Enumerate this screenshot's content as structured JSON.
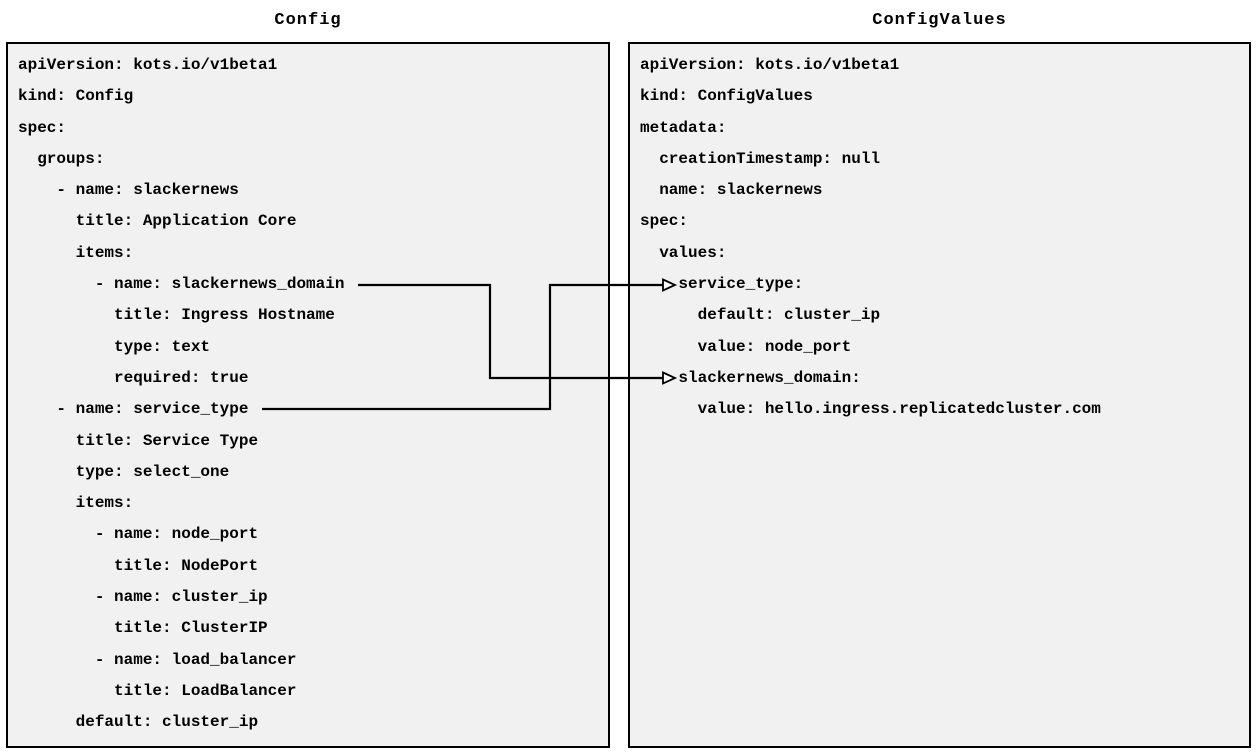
{
  "left_panel": {
    "title": "Config",
    "lines": [
      "apiVersion: kots.io/v1beta1",
      "kind: Config",
      "spec:",
      "  groups:",
      "    - name: slackernews",
      "      title: Application Core",
      "      items:",
      "        - name: slackernews_domain",
      "          title: Ingress Hostname",
      "          type: text",
      "          required: true",
      "    - name: service_type",
      "      title: Service Type",
      "      type: select_one",
      "      items:",
      "        - name: node_port",
      "          title: NodePort",
      "        - name: cluster_ip",
      "          title: ClusterIP",
      "        - name: load_balancer",
      "          title: LoadBalancer",
      "      default: cluster_ip"
    ]
  },
  "right_panel": {
    "title": "ConfigValues",
    "lines": [
      "apiVersion: kots.io/v1beta1",
      "kind: ConfigValues",
      "metadata:",
      "  creationTimestamp: null",
      "  name: slackernews",
      "spec:",
      "  values:",
      "    service_type:",
      "      default: cluster_ip",
      "      value: node_port",
      "    slackernews_domain:",
      "      value: hello.ingress.replicatedcluster.com"
    ]
  },
  "connections": [
    {
      "from": "Config item slackernews_domain",
      "to": "ConfigValues key slackernews_domain"
    },
    {
      "from": "Config item service_type",
      "to": "ConfigValues key service_type"
    }
  ],
  "colors": {
    "background": "#ffffff",
    "panel_fill": "#f1f1f2",
    "panel_border": "#000000",
    "text": "#000000",
    "connector": "#000000",
    "arrowhead_fill": "#ffffff"
  }
}
